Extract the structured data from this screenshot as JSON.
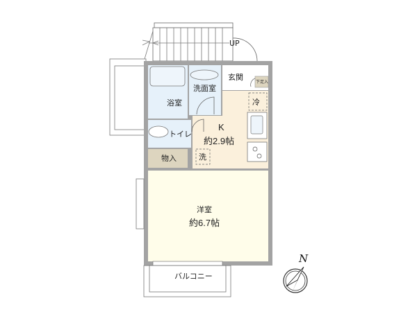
{
  "floorplan": {
    "stairs_label": "UP",
    "rooms": {
      "genkan": "玄関",
      "shoe_storage": "下足入",
      "washroom": "洗面室",
      "bathroom": "浴室",
      "toilet": "トイレ",
      "storage": "物入",
      "kitchen_name": "K",
      "kitchen_size": "約2.9帖",
      "fridge": "冷",
      "washer": "洗",
      "western_room_name": "洋室",
      "western_room_size": "約6.7帖",
      "balcony": "バルコニー"
    },
    "compass": "N",
    "colors": {
      "wall": "#a3a3a3",
      "wet_area": "#e6f1fa",
      "kitchen": "#fbf0dc",
      "storage": "#ddd5bf",
      "western_room": "#fffdea"
    }
  }
}
